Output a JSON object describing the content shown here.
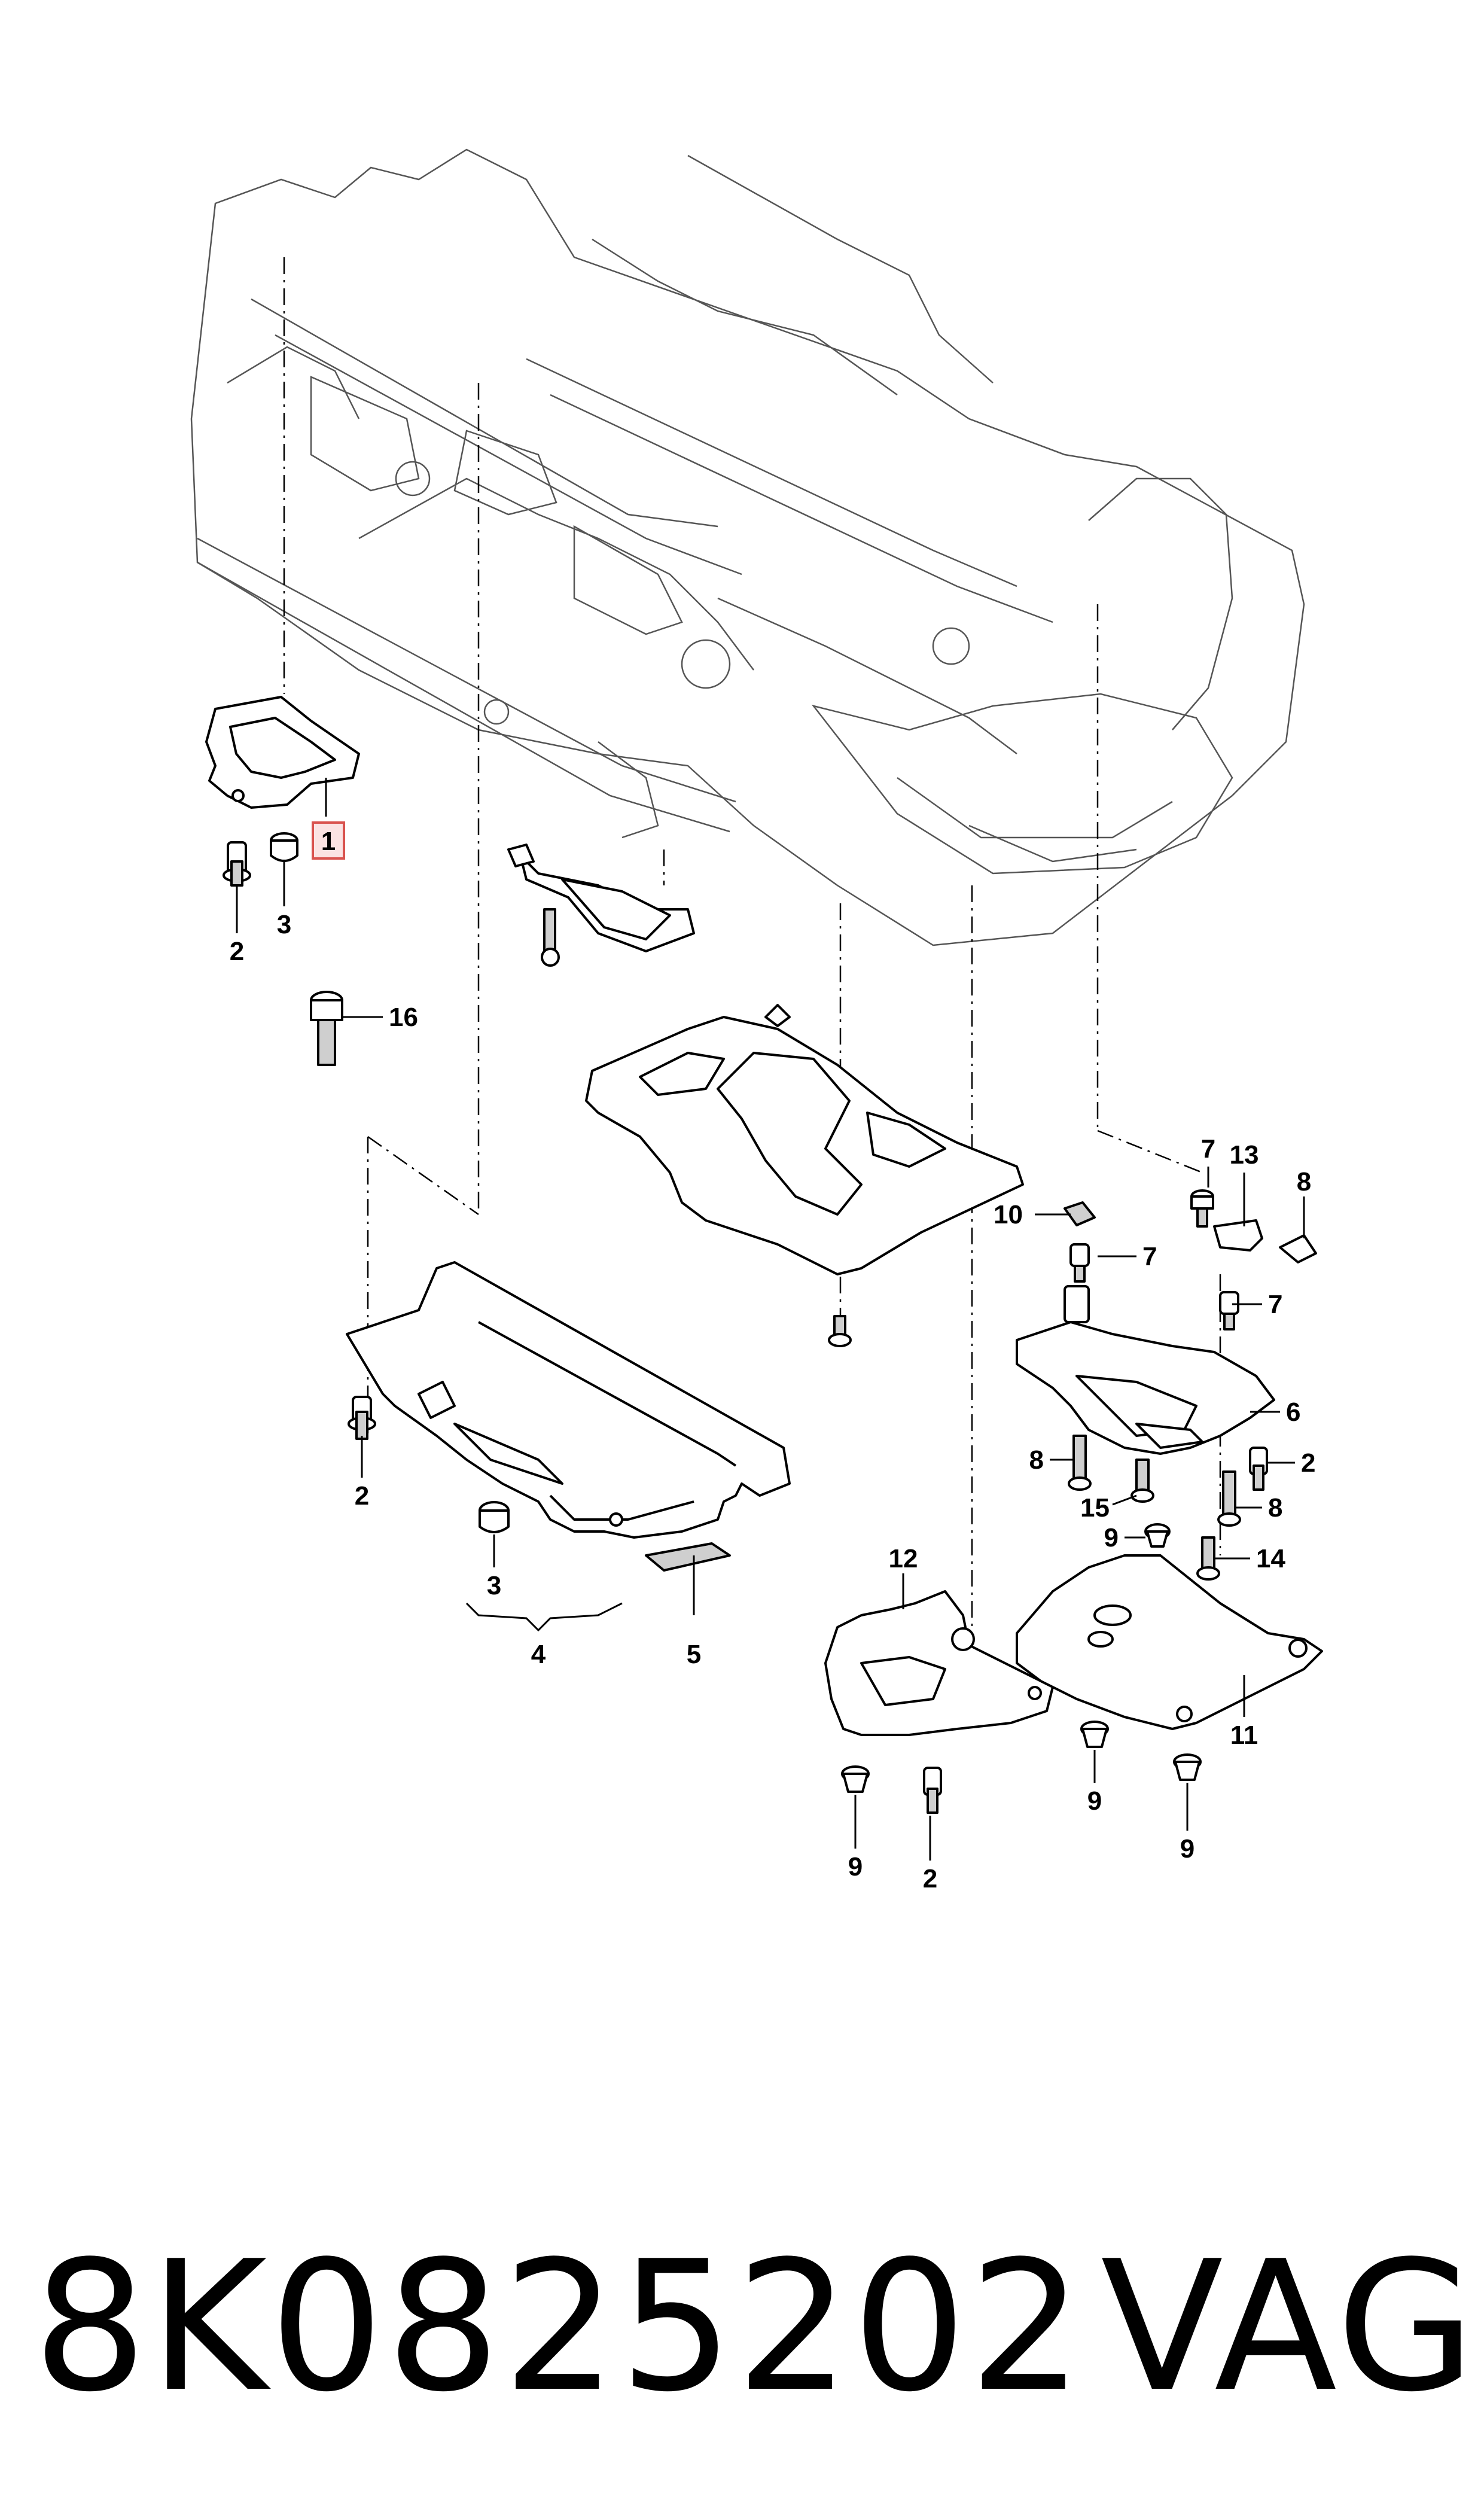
{
  "callouts": {
    "c1": "1",
    "c2a": "2",
    "c2b": "2",
    "c2c": "2",
    "c2d": "2",
    "c3a": "3",
    "c3b": "3",
    "c4": "4",
    "c5": "5",
    "c6": "6",
    "c7a": "7",
    "c7b": "7",
    "c7c": "7",
    "c8a": "8",
    "c8b": "8",
    "c8c": "8",
    "c9a": "9",
    "c9b": "9",
    "c9c": "9",
    "c9d": "9",
    "c10": "10",
    "c11": "11",
    "c12": "12",
    "c13": "13",
    "c14": "14",
    "c15": "15",
    "c16": "16"
  },
  "footer": {
    "part_number": "8K0825202",
    "brand": "VAG"
  },
  "colors": {
    "highlight_fill": "#fbe3e3",
    "highlight_stroke": "#d9534f",
    "line": "#000000"
  }
}
